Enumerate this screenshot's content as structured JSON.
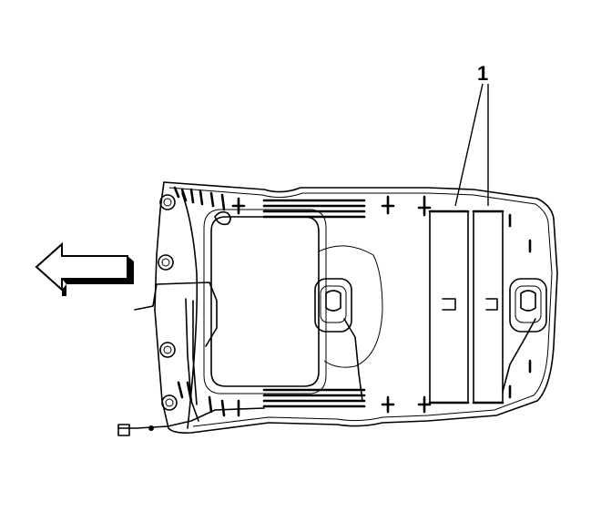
{
  "callouts": [
    {
      "label": "1",
      "target": "headliner-panels"
    }
  ],
  "direction_arrow": {
    "icon": "front-direction-arrow-icon",
    "points": "left"
  }
}
